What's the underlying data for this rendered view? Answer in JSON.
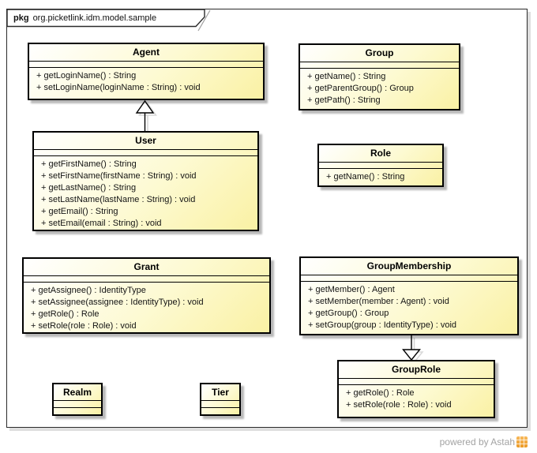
{
  "frame": {
    "keyword": "pkg",
    "package": "org.picketlink.idm.model.sample"
  },
  "classes": {
    "agent": {
      "name": "Agent",
      "methods": [
        "+ getLoginName() : String",
        "+ setLoginName(loginName : String) : void"
      ]
    },
    "group": {
      "name": "Group",
      "methods": [
        "+ getName() : String",
        "+ getParentGroup() : Group",
        "+ getPath() : String"
      ]
    },
    "user": {
      "name": "User",
      "methods": [
        "+ getFirstName() : String",
        "+ setFirstName(firstName : String) : void",
        "+ getLastName() : String",
        "+ setLastName(lastName : String) : void",
        "+ getEmail() : String",
        "+ setEmail(email : String) : void"
      ]
    },
    "role": {
      "name": "Role",
      "methods": [
        "+ getName() : String"
      ]
    },
    "grant": {
      "name": "Grant",
      "methods": [
        "+ getAssignee() : IdentityType",
        "+ setAssignee(assignee : IdentityType) : void",
        "+ getRole() : Role",
        "+ setRole(role : Role) : void"
      ]
    },
    "groupmembership": {
      "name": "GroupMembership",
      "methods": [
        "+ getMember() : Agent",
        "+ setMember(member : Agent) : void",
        "+ getGroup() : Group",
        "+ setGroup(group : IdentityType) : void"
      ]
    },
    "grouprole": {
      "name": "GroupRole",
      "methods": [
        "+ getRole() : Role",
        "+ setRole(role : Role) : void"
      ]
    },
    "realm": {
      "name": "Realm",
      "methods": []
    },
    "tier": {
      "name": "Tier",
      "methods": []
    }
  },
  "relations": [
    {
      "type": "generalization",
      "from": "User",
      "to": "Agent"
    },
    {
      "type": "generalization",
      "from": "GroupMembership",
      "to": "GroupRole"
    }
  ],
  "footer": {
    "text": "powered by Astah"
  },
  "colors": {
    "class_fill_top": "#ffffff",
    "class_fill_bottom": "#faf1a4",
    "class_border": "#000000",
    "frame_border": "#2b2b2b",
    "shadow": "#c4c4c4",
    "footer_text": "#a3a3a3",
    "logo_orange": "#f0a43c"
  }
}
